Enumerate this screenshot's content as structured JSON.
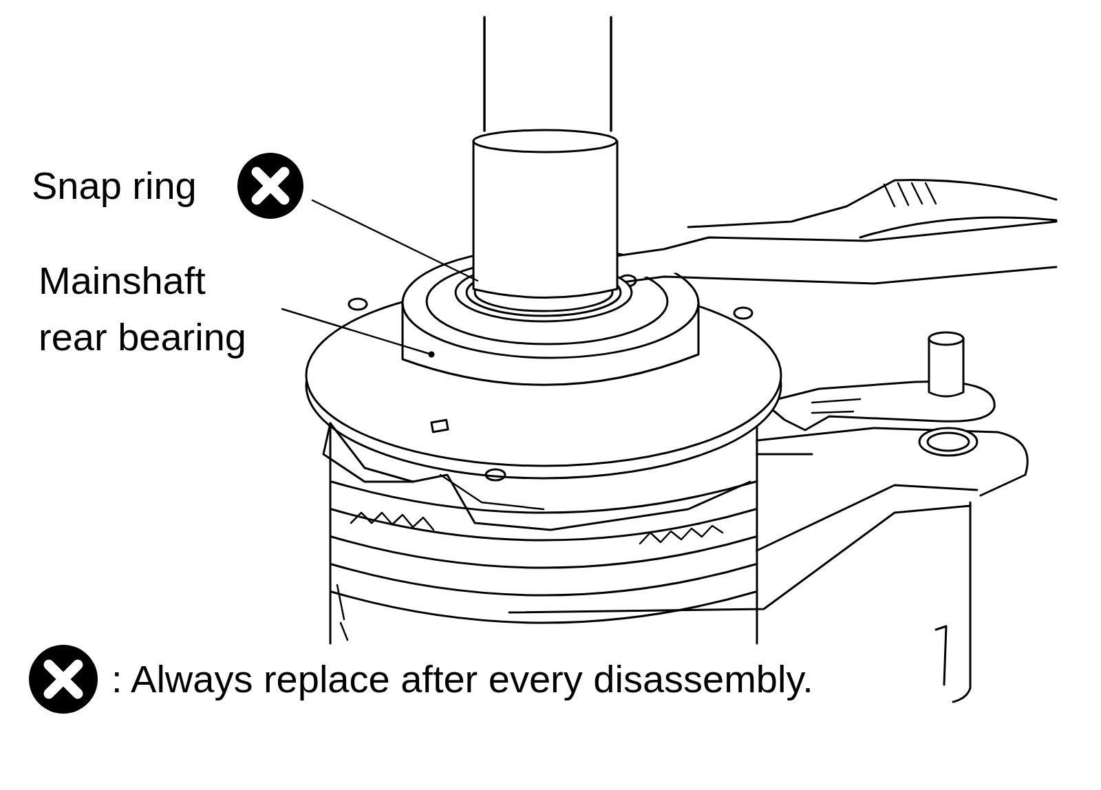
{
  "diagram": {
    "labels": [
      "Snap ring",
      "Mainshaft rear bearing"
    ],
    "legend": [
      {
        "text": ": Always replace after every disassembly."
      }
    ]
  }
}
